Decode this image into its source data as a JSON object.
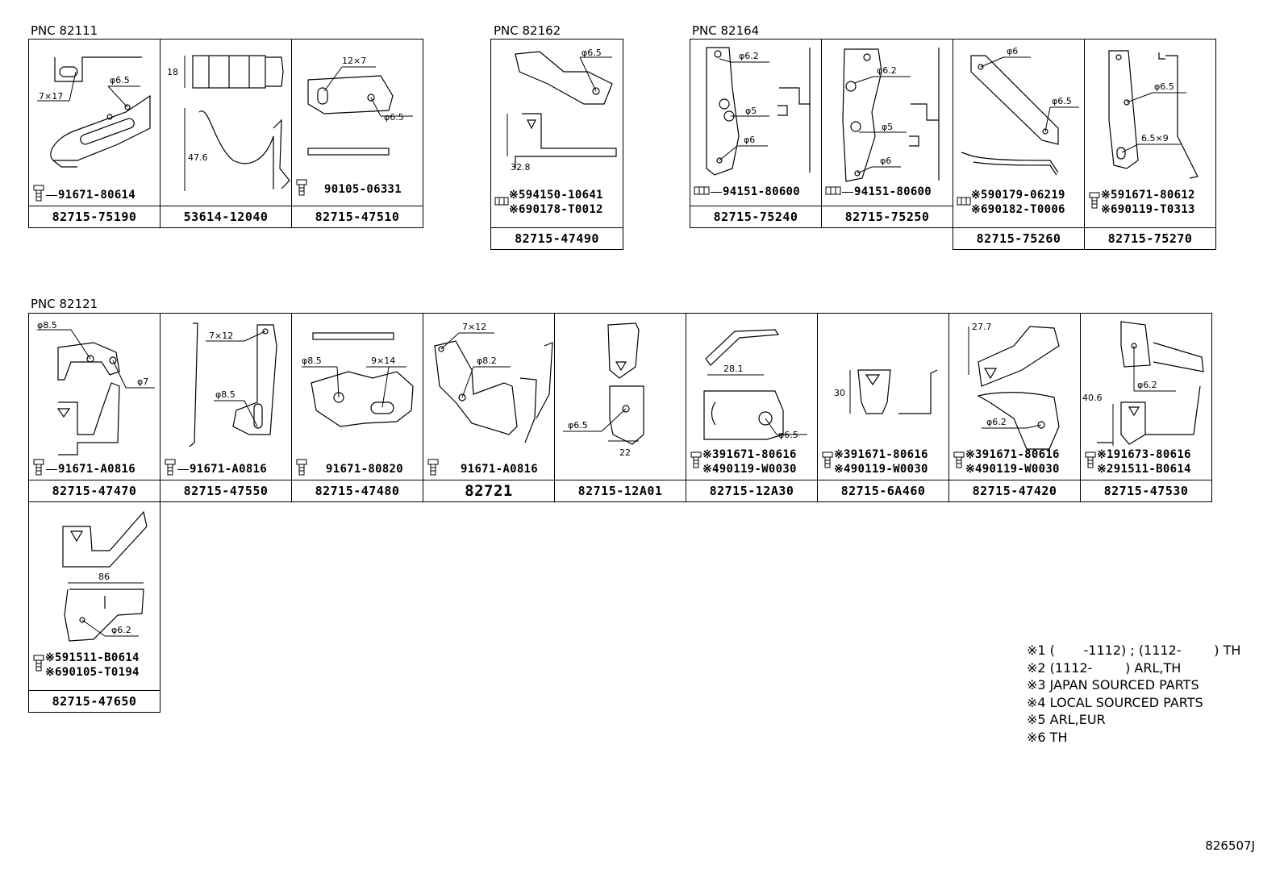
{
  "groups": {
    "g1": "PNC 82111",
    "g2": "PNC 82162",
    "g3": "PNC 82164",
    "g4": "PNC 82121"
  },
  "cells": {
    "c1": {
      "part": "82715-75190",
      "f1": "91671-80614",
      "dims": [
        "7×17",
        "φ6.5"
      ]
    },
    "c2": {
      "part": "53614-12040",
      "dims": [
        "18",
        "47.6"
      ]
    },
    "c3": {
      "part": "82715-47510",
      "f1": "90105-06331",
      "dims": [
        "12×7",
        "φ6.5"
      ]
    },
    "c4": {
      "part": "82715-47490",
      "f1": "※594150-10641",
      "f2": "※690178-T0012",
      "dims": [
        "φ6.5",
        "32.8"
      ]
    },
    "c5": {
      "part": "82715-75240",
      "f1": "94151-80600",
      "dims": [
        "φ6.2",
        "φ5",
        "φ6"
      ]
    },
    "c6": {
      "part": "82715-75250",
      "f1": "94151-80600",
      "dims": [
        "φ6.2",
        "φ5",
        "φ6"
      ]
    },
    "c7": {
      "part": "82715-75260",
      "f1": "※590179-06219",
      "f2": "※690182-T0006",
      "dims": [
        "φ6",
        "φ6.5"
      ]
    },
    "c8": {
      "part": "82715-75270",
      "f1": "※591671-80612",
      "f2": "※690119-T0313",
      "dims": [
        "φ6.5",
        "6.5×9"
      ]
    },
    "c9": {
      "part": "82715-47470",
      "f1": "91671-A0816",
      "dims": [
        "φ8.5",
        "φ7"
      ]
    },
    "c10": {
      "part": "82715-47550",
      "f1": "91671-A0816",
      "dims": [
        "7×12",
        "φ8.5"
      ]
    },
    "c11": {
      "part": "82715-47480",
      "f1": "91671-80820",
      "dims": [
        "φ8.5",
        "9×14"
      ]
    },
    "c12": {
      "part": "82721",
      "f1": "91671-A0816",
      "dims": [
        "7×12",
        "φ8.2"
      ]
    },
    "c13": {
      "part": "82715-12A01",
      "dims": [
        "φ6.5",
        "22"
      ]
    },
    "c14": {
      "part": "82715-12A30",
      "f1": "※391671-80616",
      "f2": "※490119-W0030",
      "dims": [
        "28.1",
        "φ6.5"
      ]
    },
    "c15": {
      "part": "82715-6A460",
      "f1": "※391671-80616",
      "f2": "※490119-W0030",
      "dims": [
        "30"
      ]
    },
    "c16": {
      "part": "82715-47420",
      "f1": "※391671-80616",
      "f2": "※490119-W0030",
      "dims": [
        "27.7",
        "φ6.2"
      ]
    },
    "c17": {
      "part": "82715-47530",
      "f1": "※191673-80616",
      "f2": "※291511-B0614",
      "dims": [
        "φ6.2",
        "40.6"
      ]
    },
    "c18": {
      "part": "82715-47650",
      "f1": "※591511-B0614",
      "f2": "※690105-T0194",
      "dims": [
        "86",
        "φ6.2"
      ]
    }
  },
  "notes": [
    "※1 (       -1112) ; (1112-        ) TH",
    "※2 (1112-        ) ARL,TH",
    "※3 JAPAN SOURCED PARTS",
    "※4 LOCAL SOURCED PARTS",
    "※5 ARL,EUR",
    "※6 TH"
  ],
  "drawing_code": "826507J"
}
